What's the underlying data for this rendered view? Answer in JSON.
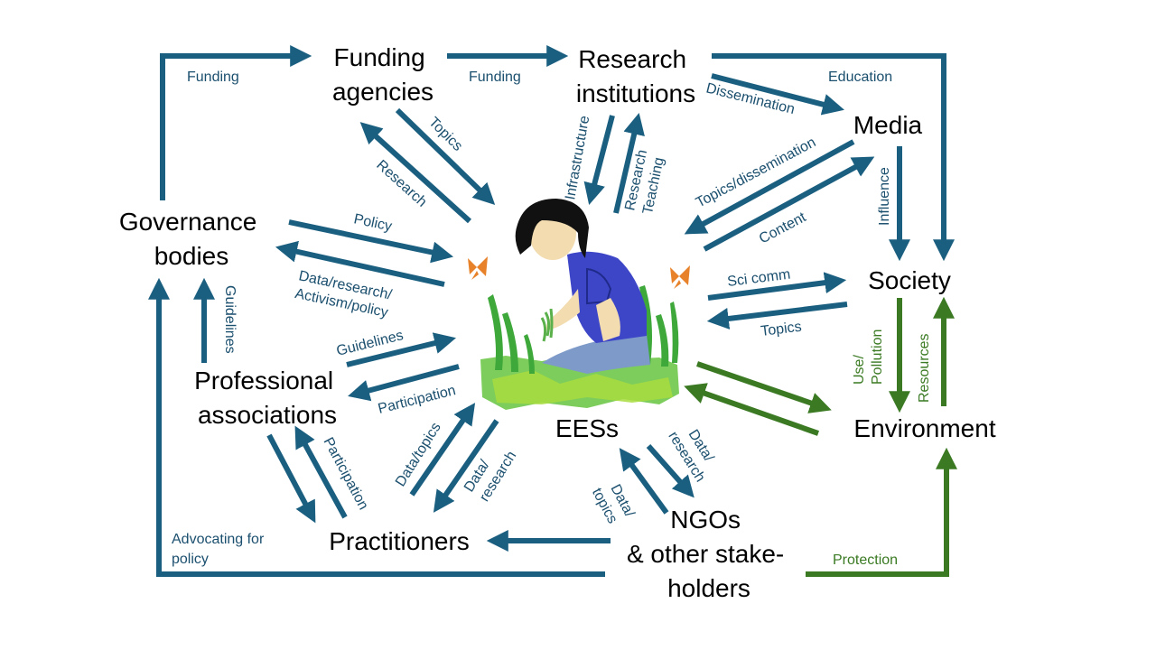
{
  "colors": {
    "blue_arrow": "#1b5f80",
    "green_arrow": "#3b7a23",
    "blue_text": "#1b4f6e",
    "green_text": "#3a7a22"
  },
  "nodes": {
    "funding_agencies": [
      "Funding",
      "agencies"
    ],
    "research_institutions": [
      "Research",
      "institutions"
    ],
    "media": [
      "Media"
    ],
    "governance_bodies": [
      "Governance",
      "bodies"
    ],
    "society": [
      "Society"
    ],
    "professional_associations": [
      "Professional",
      "associations"
    ],
    "environment": [
      "Environment"
    ],
    "eess": [
      "EESs"
    ],
    "practitioners": [
      "Practitioners"
    ],
    "ngos": [
      "NGOs",
      "& other stake-",
      "holders"
    ]
  },
  "labels": {
    "funding_left": "Funding",
    "funding_mid": "Funding",
    "education": "Education",
    "dissemination": "Dissemination",
    "topics_fa": "Topics",
    "research_fa": "Research",
    "infrastructure": "Infrastructure",
    "research_teaching": [
      "Research",
      "Teaching"
    ],
    "topics_dissemination": "Topics/dissemination",
    "content": "Content",
    "influence": "Influence",
    "policy": "Policy",
    "data_research_activism": [
      "Data/research/",
      "Activism/policy"
    ],
    "guidelines_vertical": "Guidelines",
    "sci_comm": "Sci comm",
    "topics_society": "Topics",
    "use_pollution": [
      "Use/",
      "Pollution"
    ],
    "resources": "Resources",
    "guidelines_pa": "Guidelines",
    "participation_pa": "Participation",
    "participation_pr": "Participation",
    "data_topics_pr": "Data/topics",
    "data_research_pr": [
      "Data/",
      "research"
    ],
    "data_research_ngo": [
      "Data/",
      "research"
    ],
    "data_topics_ngo": [
      "Data/",
      "topics"
    ],
    "advocating": [
      "Advocating for",
      "policy"
    ],
    "protection": "Protection"
  }
}
